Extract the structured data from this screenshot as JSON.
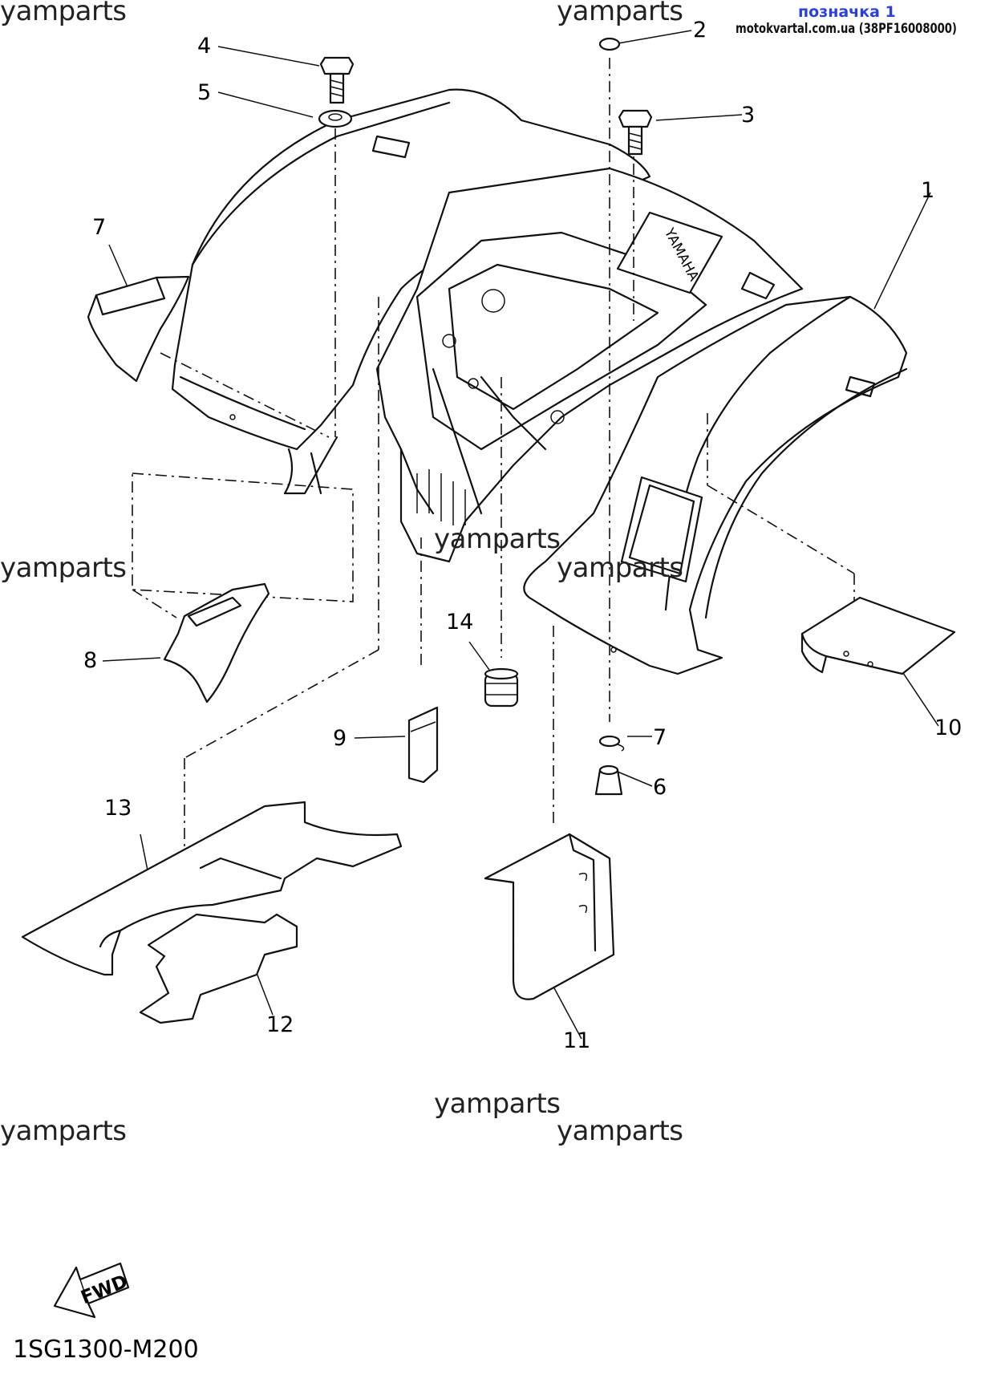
{
  "header": {
    "label": "позначка 1",
    "site": "motokvartal.com.ua (38PF16008000)"
  },
  "watermarks": [
    "yamparts",
    "yamparts",
    "yamparts",
    "yamparts",
    "yamparts",
    "yamparts",
    "yamparts",
    "yamparts"
  ],
  "callouts": {
    "c1": "1",
    "c2": "2",
    "c3": "3",
    "c4": "4",
    "c5": "5",
    "c6": "6",
    "c7a": "7",
    "c7b": "7",
    "c8": "8",
    "c9": "9",
    "c10": "10",
    "c11": "11",
    "c12": "12",
    "c13": "13",
    "c14": "14"
  },
  "fender_text": "YAMAHA",
  "fwd_label": "FWD",
  "diagram_code": "1SG1300-M200"
}
